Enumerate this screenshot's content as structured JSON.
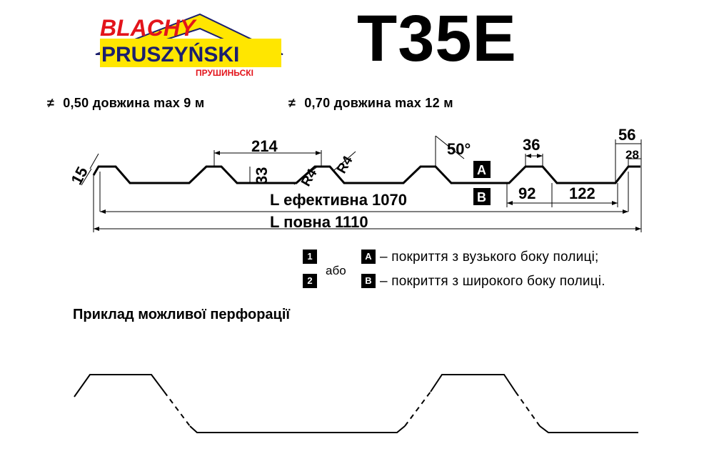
{
  "logo": {
    "line1": "BLACHY",
    "line2": "PRUSZYŃSKI",
    "line3": "ПРУШИНЬСКІ",
    "colors": {
      "red": "#e3141b",
      "yellow": "#ffe600",
      "navy": "#1b1f6e"
    }
  },
  "title": "T35E",
  "specs": [
    {
      "symbol": "≠",
      "text": "0,50 довжина max 9 м"
    },
    {
      "symbol": "≠",
      "text": "0,70 довжина max 12 м"
    }
  ],
  "dimensions": {
    "height": "15",
    "pitch": "214",
    "depth": "33",
    "radius_a": "R4",
    "radius_b": "R4",
    "angle": "50°",
    "top_width": "36",
    "bottom_width": "92",
    "flat_width": "122",
    "edge_width": "56",
    "edge_inner": "28",
    "effective_length": "L ефективна 1070",
    "total_length": "L повна 1110"
  },
  "side_badges": {
    "a": "A",
    "b": "B"
  },
  "legend": {
    "badge1": "1",
    "badge2": "2",
    "or_word": "або",
    "badge_a": "A",
    "badge_b": "B",
    "line1": "– покриття з вузького боку полиці;",
    "line2": "– покриття з широкого боку полиці."
  },
  "perforation_title": "Приклад можливої перфорації"
}
